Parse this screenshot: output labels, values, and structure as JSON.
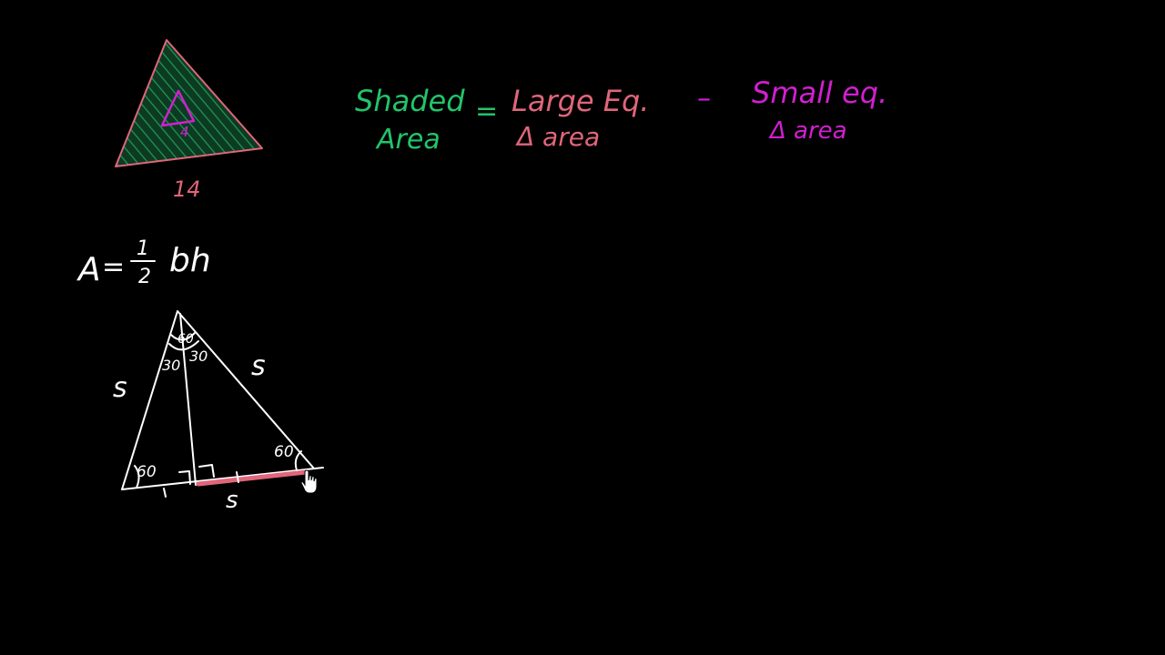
{
  "colors": {
    "background": "#000000",
    "white": "#ffffff",
    "red": "#e0667a",
    "magenta": "#d11fd1",
    "green": "#22c46a"
  },
  "top_figure": {
    "small_side_label": "4",
    "large_side_label": "14"
  },
  "equation": {
    "shaded_line1": "Shaded",
    "shaded_line2": "Area",
    "equals": "=",
    "large_line1": "Large Eq.",
    "large_line2": "Δ area",
    "minus": "–",
    "small_line1": "Small eq.",
    "small_line2": "Δ area"
  },
  "formula": {
    "lhs": "A",
    "eq": "=",
    "num": "1",
    "den": "2",
    "rhs": "bh"
  },
  "bottom_figure": {
    "left_side_label": "s",
    "right_side_label": "s",
    "base_label": "s",
    "top_angle_label": "60",
    "left_half_angle_label": "30",
    "right_half_angle_label": "30",
    "left_base_angle_label": "60",
    "right_base_angle_label": "60"
  }
}
